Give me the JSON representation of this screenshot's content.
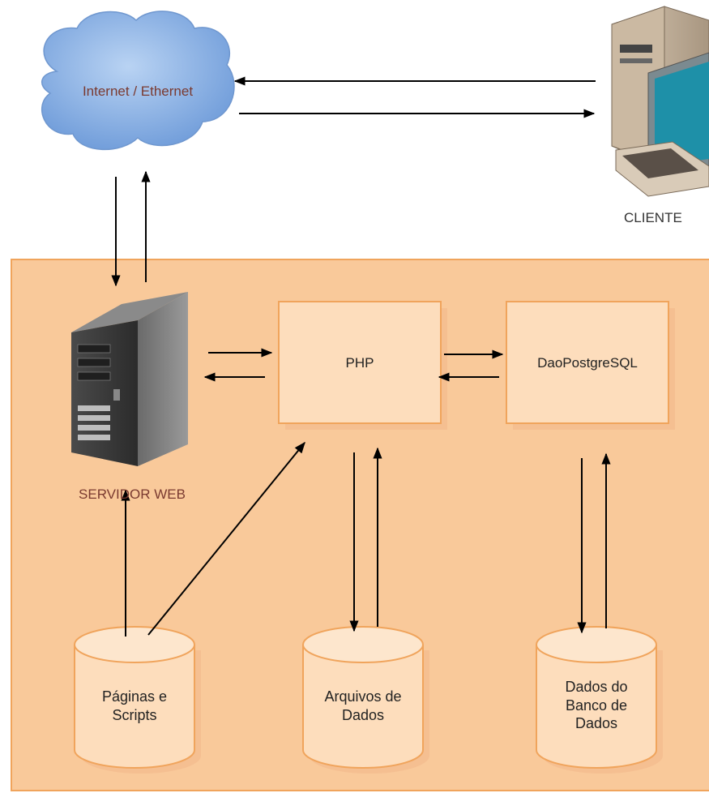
{
  "colors": {
    "panel_fill": "#f9c99a",
    "panel_stroke": "#f0a45c",
    "box_fill": "#fdddbc",
    "box_stroke": "#f0a45c",
    "cloud_fill": "#8fb6e8",
    "arrow": "#000000",
    "label_text": "#333333",
    "server_label": "#7a3a30"
  },
  "cloud": {
    "label": "Internet / Ethernet",
    "icon": "cloud-icon"
  },
  "client": {
    "label": "CLIENTE",
    "icon": "desktop-computer-icon"
  },
  "server": {
    "label": "SERVIDOR WEB",
    "icon": "server-tower-icon"
  },
  "boxes": {
    "php": "PHP",
    "dao": "DaoPostgreSQL"
  },
  "databases": {
    "pages": "Páginas e Scripts",
    "files": "Arquivos de Dados",
    "db": "Dados do Banco de Dados"
  }
}
